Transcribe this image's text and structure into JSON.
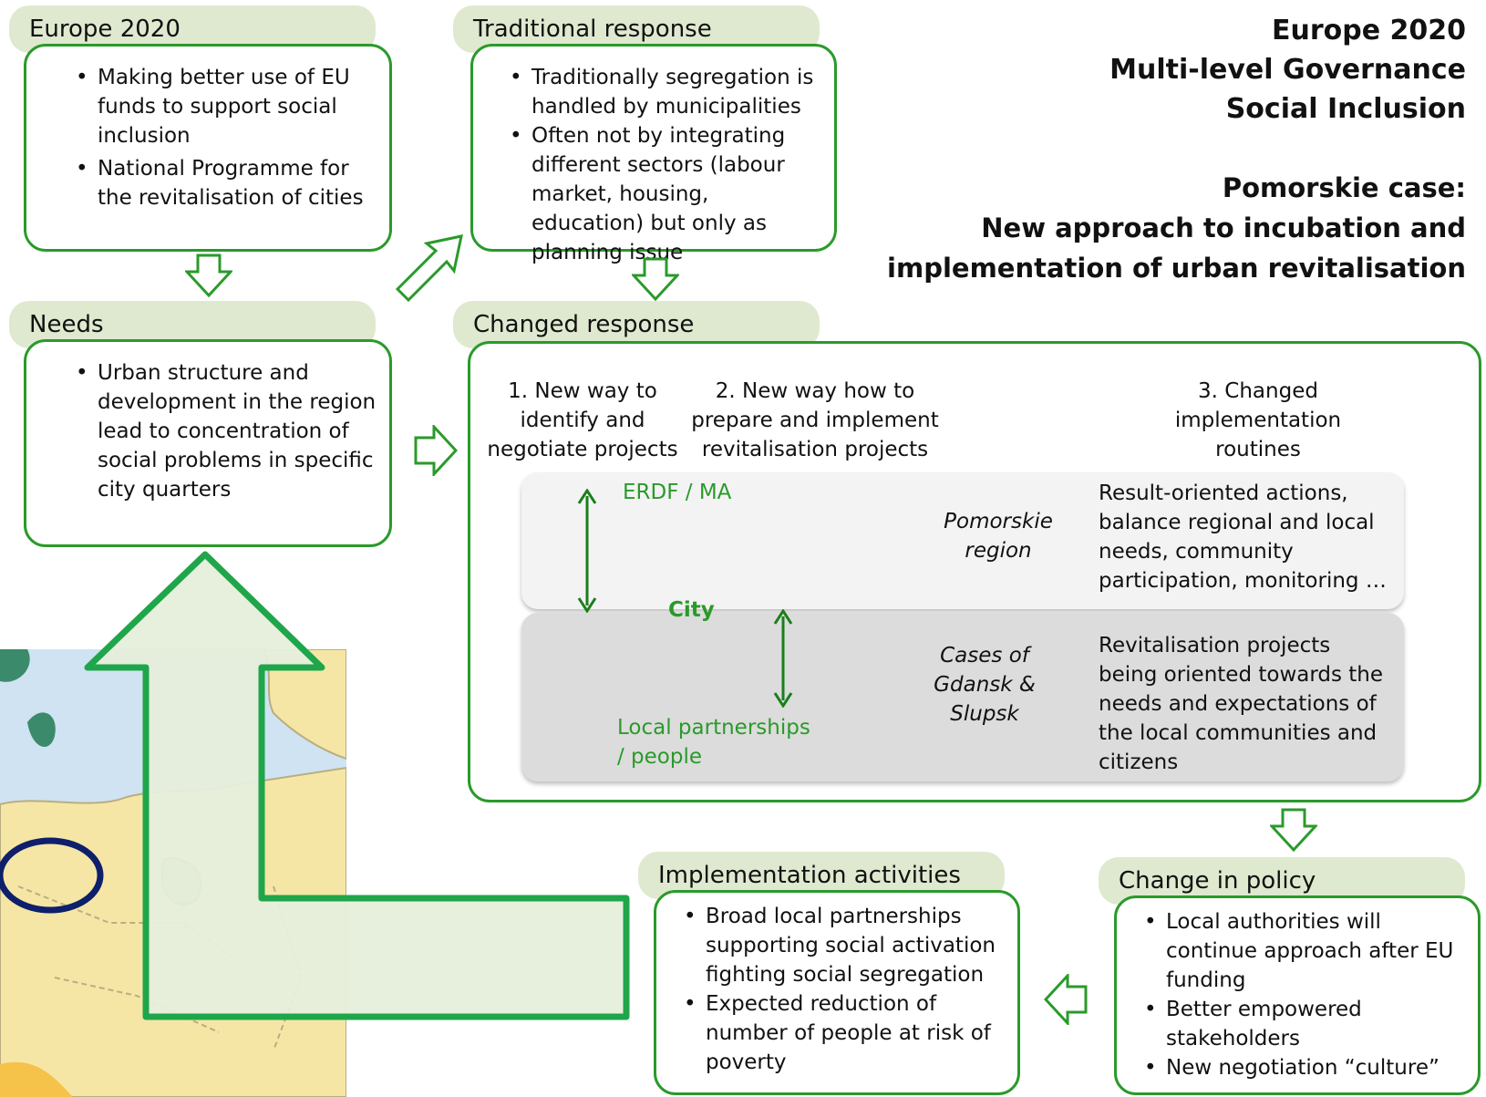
{
  "title": {
    "line1": "Europe 2020",
    "line2": "Multi-level Governance",
    "line3": "Social Inclusion",
    "case_line1": "Pomorskie case:",
    "case_line2": "New approach to incubation and",
    "case_line3": "implementation of urban revitalisation"
  },
  "europe2020": {
    "label": "Europe 2020",
    "items": [
      "Making better use of EU funds to support social inclusion",
      "National Programme for the revitalisation of cities"
    ]
  },
  "traditional": {
    "label": "Traditional response",
    "items": [
      "Traditionally segregation is handled by municipalities",
      "Often not by integrating different sectors (labour market, housing, education) but only as planning issue"
    ]
  },
  "needs": {
    "label": "Needs",
    "items": [
      "Urban structure and development in the region lead to concentration of social problems in specific city quarters"
    ]
  },
  "changed": {
    "label": "Changed response",
    "steps": [
      "1. New way to identify and negotiate projects",
      "2. New way how to prepare and implement revitalisation projects",
      "3. Changed implementation routines"
    ],
    "erdf": "ERDF / MA",
    "city": "City",
    "local": "Local partnerships / people",
    "region": "Pomorskie region",
    "cases": "Cases of Gdansk & Slupsk",
    "region_desc": "Result-oriented actions, balance regional and local needs, community participation, monitoring …",
    "cases_desc": "Revitalisation projects being oriented towards the needs and expectations of the local communities and citizens"
  },
  "implementation": {
    "label": "Implementation activities",
    "items": [
      "Broad local partnerships supporting social activation fighting social segregation",
      "Expected reduction of number of people at risk of poverty"
    ]
  },
  "policy": {
    "label": "Change in policy",
    "items": [
      "Local authorities will continue approach after EU funding",
      "Better empowered stakeholders",
      "New negotiation “culture”"
    ]
  },
  "colors": {
    "accent": "#2a9a2a",
    "tab": "#dfe9cf",
    "arrow_fill": "#e6eedb",
    "map_sea": "#cfe3f2",
    "map_land": "#f6e6a6"
  }
}
